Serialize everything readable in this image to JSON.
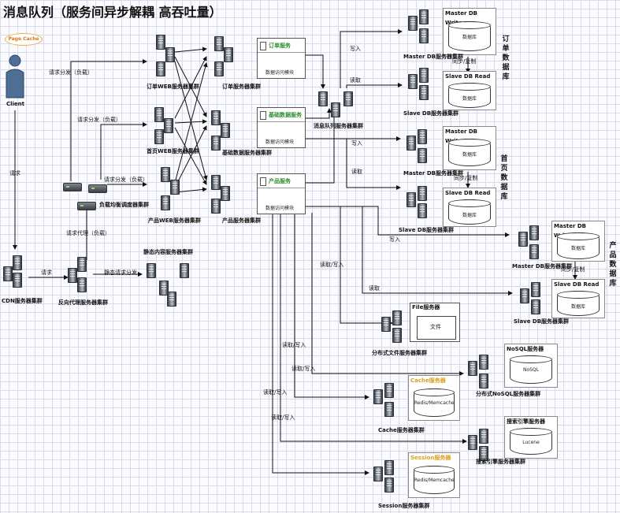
{
  "title": "消息队列（服务间异步解耦 高吞吐量）",
  "client": {
    "label": "Client",
    "page_cache": "Page Cache"
  },
  "edge_labels": {
    "request": "请求",
    "request_dispatch_1": "请求分发（负载）",
    "request_dispatch_2": "请求分发（负载）",
    "request_dispatch_3": "请求分发（负载）",
    "request_proxy": "请求代理（负载）",
    "request_cdn": "请求",
    "static_dispatch": "静态请求分发",
    "write_1": "写入",
    "read_1": "读取",
    "write_2": "写入",
    "read_2": "读取",
    "write_3": "写入",
    "read_3": "读取",
    "sync_1": "同步/复制",
    "sync_2": "同步/复制",
    "sync_3": "同步/复制",
    "rw_file": "读取/写入",
    "rw_cache": "读取/写入",
    "rw_nosql": "读取/写入",
    "rw_search": "读取/写入",
    "rw_session": "读取/写入"
  },
  "clusters": {
    "order_web": "订单WEB服务器集群",
    "home_web": "首页WEB服务器集群",
    "product_web": "产品WEB服务器集群",
    "order_svc": "订单服务器集群",
    "base_svc": "基础数据服务器集群",
    "product_svc": "产品服务器集群",
    "mq": "消息队列服务器集群",
    "lb": "负载均衡调度器集群",
    "cdn": "CDN服务器集群",
    "reverse_proxy": "反向代理服务器集群",
    "static": "静态内容服务器集群",
    "file": "分布式文件服务器集群",
    "nosql": "分布式NoSQL服务器集群",
    "cache": "Cache服务器集群",
    "search": "搜索引擎服务器集群",
    "session": "Session服务器集群"
  },
  "modules": {
    "order": {
      "title": "订单服务",
      "note": "数据访问模块"
    },
    "base": {
      "title": "基础数据服务",
      "note": "数据访问模块"
    },
    "product": {
      "title": "产品服务",
      "note": "数据访问模块"
    }
  },
  "databases": {
    "order": {
      "side_label": "订单数据库",
      "master": {
        "box": "Master DB Write",
        "cyl": "数据库",
        "cluster": "Master DB服务器集群"
      },
      "slave": {
        "box": "Slave DB Read",
        "cyl": "数据库",
        "cluster": "Slave DB服务器集群"
      }
    },
    "home": {
      "side_label": "首页数据库",
      "master": {
        "box": "Master DB Write",
        "cyl": "数据库",
        "cluster": "Master DB服务器集群"
      },
      "slave": {
        "box": "Slave DB Read",
        "cyl": "数据库",
        "cluster": "Slave DB服务器集群"
      }
    },
    "product": {
      "side_label": "产品数据库",
      "master": {
        "box": "Master DB Write",
        "cyl": "数据库",
        "cluster": "Master DB服务器集群"
      },
      "slave": {
        "box": "Slave DB Read",
        "cyl": "数据库",
        "cluster": "Slave DB服务器集群"
      }
    }
  },
  "stores": {
    "file": {
      "box": "File服务器",
      "content": "文件"
    },
    "nosql": {
      "box": "NoSQL服务器",
      "content": "NoSQL"
    },
    "cache": {
      "box": "Cache服务器",
      "content": "Redis/Memcache"
    },
    "search": {
      "box": "搜索引擎服务器",
      "content": "Lucene"
    },
    "session": {
      "box": "Session服务器",
      "content": "Redis/Memcache"
    }
  }
}
